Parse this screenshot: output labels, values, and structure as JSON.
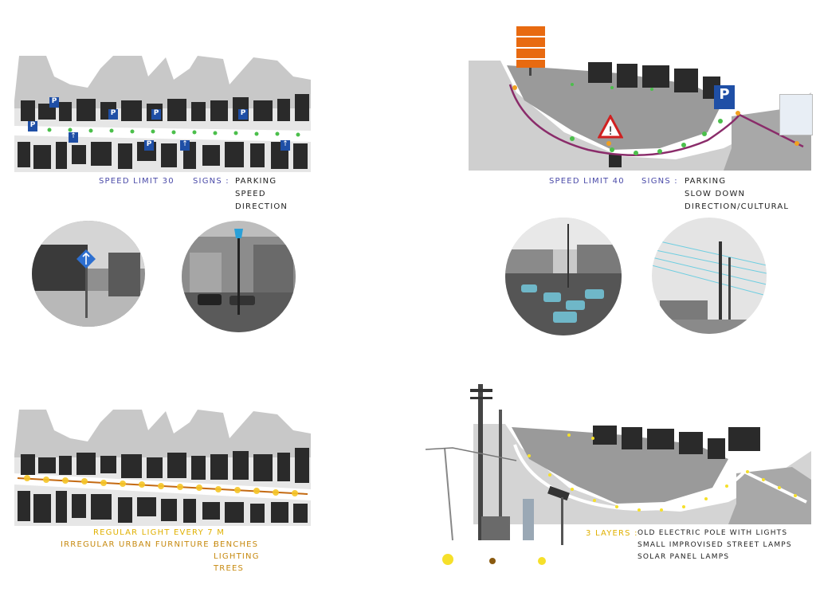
{
  "street_a": {
    "speed_label": "SPEED LIMIT 30",
    "signs_label": "SIGNS :",
    "signs": [
      "PARKING",
      "SPEED",
      "DIRECTION"
    ],
    "parking_glyph": "P"
  },
  "street_b": {
    "speed_label": "SPEED LIMIT 40",
    "signs_label": "SIGNS :",
    "signs": [
      "PARKING",
      "SLOW DOWN",
      "DIRECTION/CULTURAL"
    ],
    "parking_glyph": "P"
  },
  "lighting_a": {
    "line1": "REGULAR LIGHT  EVERY  7 M",
    "line2": "IRREGULAR URBAN FURNITURE :",
    "items": [
      "BENCHES",
      "LIGHTING",
      "TREES"
    ]
  },
  "lighting_b": {
    "layers_label": "3 LAYERS :",
    "layers": [
      "OLD ELECTRIC POLE WITH LIGHTS",
      "SMALL IMPROVISED STREET LAMPS",
      "SOLAR PANEL LAMPS"
    ]
  },
  "colors": {
    "building": "#2b2b2b",
    "ground": "#c9c9c9",
    "sign_blue": "#1f4fa6",
    "route": "#8a2c6a",
    "green_dot": "#4bbf4b",
    "light_glow": "#f6c628"
  }
}
